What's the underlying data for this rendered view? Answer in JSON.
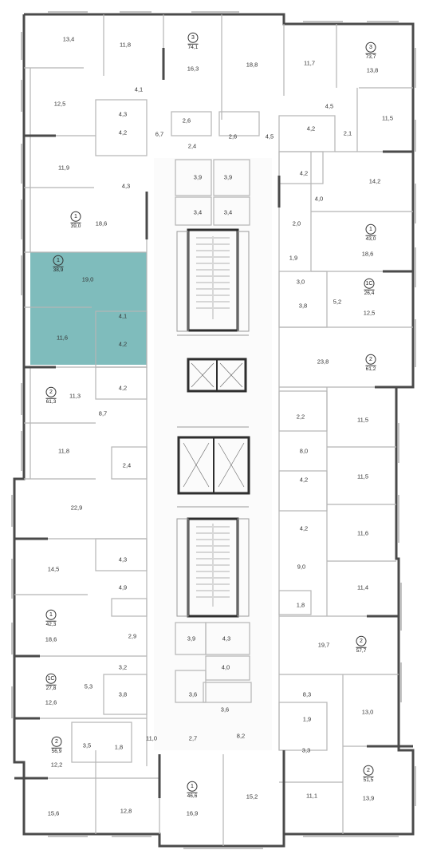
{
  "colors": {
    "selected": "#7fbcbc",
    "wall": "#4a4a4a",
    "thin": "#b5b5b5",
    "accent": "#2e2e2e"
  },
  "apartments": [
    {
      "id": "a1",
      "rooms": "3",
      "total": "74,1"
    },
    {
      "id": "a2",
      "rooms": "3",
      "total": "73,7"
    },
    {
      "id": "a3",
      "rooms": "1",
      "total": "39,0"
    },
    {
      "id": "a4",
      "rooms": "1",
      "total": "43,0"
    },
    {
      "id": "a5",
      "rooms": "1",
      "total": "38,9",
      "selected": true
    },
    {
      "id": "a6",
      "rooms": "1С",
      "total": "26,4"
    },
    {
      "id": "a7",
      "rooms": "2",
      "total": "61,2"
    },
    {
      "id": "a8",
      "rooms": "2",
      "total": "61,3"
    },
    {
      "id": "a9",
      "rooms": "1",
      "total": "42,3"
    },
    {
      "id": "a10",
      "rooms": "2",
      "total": "57,7"
    },
    {
      "id": "a11",
      "rooms": "1С",
      "total": "27,8"
    },
    {
      "id": "a12",
      "rooms": "2",
      "total": "56,9"
    },
    {
      "id": "a13",
      "rooms": "2",
      "total": "51,5"
    },
    {
      "id": "a14",
      "rooms": "1",
      "total": "46,6"
    }
  ],
  "rooms": [
    "13,4",
    "11,8",
    "16,3",
    "18,8",
    "11,7",
    "13,8",
    "4,1",
    "12,5",
    "4,3",
    "2,6",
    "6,7",
    "2,6",
    "4,5",
    "11,5",
    "4,2",
    "2,4",
    "4,5",
    "4,2",
    "2,1",
    "11,9",
    "3,9",
    "3,9",
    "4,2",
    "14,2",
    "4,3",
    "4,0",
    "18,6",
    "3,4",
    "3,4",
    "2,0",
    "18,6",
    "1,9",
    "19,0",
    "3,0",
    "5,2",
    "3,8",
    "12,5",
    "4,1",
    "11,6",
    "4,2",
    "23,8",
    "4,2",
    "11,3",
    "2,2",
    "11,5",
    "8,7",
    "8,0",
    "11,8",
    "2,4",
    "4,2",
    "11,5",
    "22,9",
    "4,2",
    "11,6",
    "14,5",
    "4,3",
    "9,0",
    "11,4",
    "4,9",
    "1,8",
    "18,6",
    "2,9",
    "3,9",
    "4,3",
    "19,7",
    "4,0",
    "3,2",
    "5,3",
    "3,8",
    "3,6",
    "12,6",
    "3,6",
    "8,3",
    "13,0",
    "1,9",
    "11,0",
    "2,7",
    "8,2",
    "3,5",
    "1,8",
    "3,3",
    "12,2",
    "11,1",
    "15,6",
    "12,8",
    "16,9",
    "15,2",
    "13,9"
  ]
}
